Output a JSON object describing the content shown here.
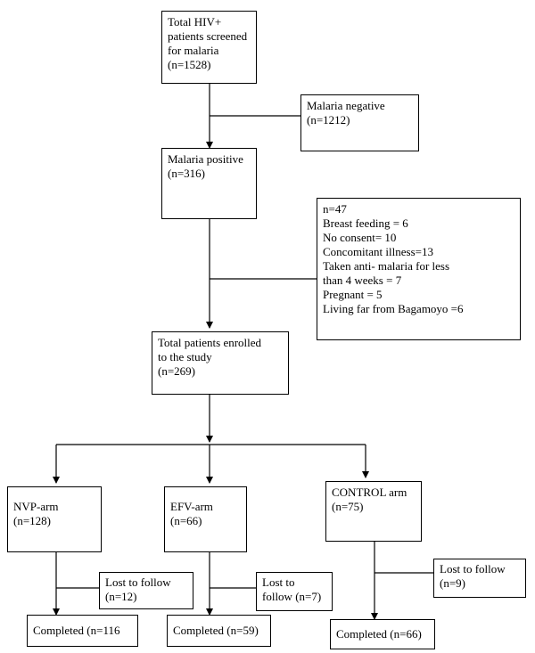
{
  "flowchart": {
    "screened": {
      "lines": [
        "Total HIV+",
        "patients screened",
        "for malaria",
        "(n=1528)"
      ]
    },
    "malaria_negative": {
      "lines": [
        "Malaria negative",
        "(n=1212)"
      ]
    },
    "malaria_positive": {
      "lines": [
        "Malaria positive",
        "(n=316)"
      ]
    },
    "excluded": {
      "lines": [
        "n=47",
        "Breast feeding = 6",
        "No consent= 10",
        "Concomitant illness=13",
        "Taken anti- malaria for less",
        "than 4 weeks = 7",
        "Pregnant = 5",
        "Living far from Bagamoyo =6"
      ]
    },
    "enrolled": {
      "lines": [
        "Total patients enrolled",
        "to the study",
        "(n=269)"
      ]
    },
    "nvp_arm": {
      "lines": [
        "NVP-arm",
        "(n=128)"
      ]
    },
    "efv_arm": {
      "lines": [
        "EFV-arm",
        "(n=66)"
      ]
    },
    "control_arm": {
      "lines": [
        "CONTROL arm",
        "(n=75)"
      ]
    },
    "nvp_lost": {
      "lines": [
        "Lost to follow",
        "(n=12)"
      ]
    },
    "efv_lost": {
      "lines": [
        "Lost to",
        "follow (n=7)"
      ]
    },
    "control_lost": {
      "lines": [
        "Lost to follow",
        "(n=9)"
      ]
    },
    "nvp_completed": {
      "lines": [
        "Completed (n=116"
      ]
    },
    "efv_completed": {
      "lines": [
        "Completed (n=59)"
      ]
    },
    "control_completed": {
      "lines": [
        "Completed (n=66)"
      ]
    }
  }
}
